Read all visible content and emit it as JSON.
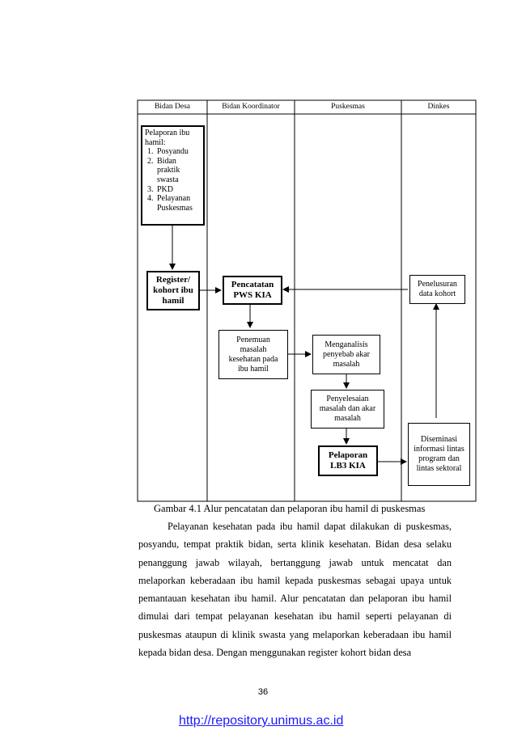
{
  "figure": {
    "columns": [
      "Bidan Desa",
      "Bidan Koordinator",
      "Puskesmas",
      "Dinkes"
    ],
    "report_box": {
      "title": "Pelaporan ibu hamil:",
      "items": [
        "Posyandu",
        "Bidan praktik swasta",
        "PKD",
        "Pelayanan Puskesmas"
      ]
    },
    "register": "Register/ kohort ibu hamil",
    "pencatatan": "Pencatatan PWS KIA",
    "penelusuran": "Penelusuran data kohort",
    "penemuan": "Penemuan masalah kesehatan pada ibu hamil",
    "menganalisis": "Menganalisis penyebab akar masalah",
    "penyelesaian": "Penyelesaian masalah dan akar masalah",
    "pelaporan_lb3": "Pelaporan LB3 KIA",
    "diseminasi": "Diseminasi informasi lintas program dan lintas sektoral"
  },
  "caption": "Gambar 4.1 Alur pencatatan dan pelaporan ibu hamil di puskesmas",
  "paragraph": "Pelayanan kesehatan pada ibu hamil dapat dilakukan di puskesmas, posyandu, tempat praktik bidan, serta klinik kesehatan. Bidan desa selaku penanggung jawab wilayah, bertanggung jawab untuk mencatat dan melaporkan keberadaan ibu hamil kepada puskesmas sebagai upaya untuk pemantauan kesehatan ibu hamil. Alur pencatatan dan pelaporan ibu hamil dimulai dari tempat pelayanan kesehatan ibu hamil seperti pelayanan di puskesmas ataupun di klinik swasta yang melaporkan keberadaan ibu hamil kepada bidan desa. Dengan menggunakan register kohort bidan desa",
  "page_number": "36",
  "footer_link": "http://repository.unimus.ac.id"
}
